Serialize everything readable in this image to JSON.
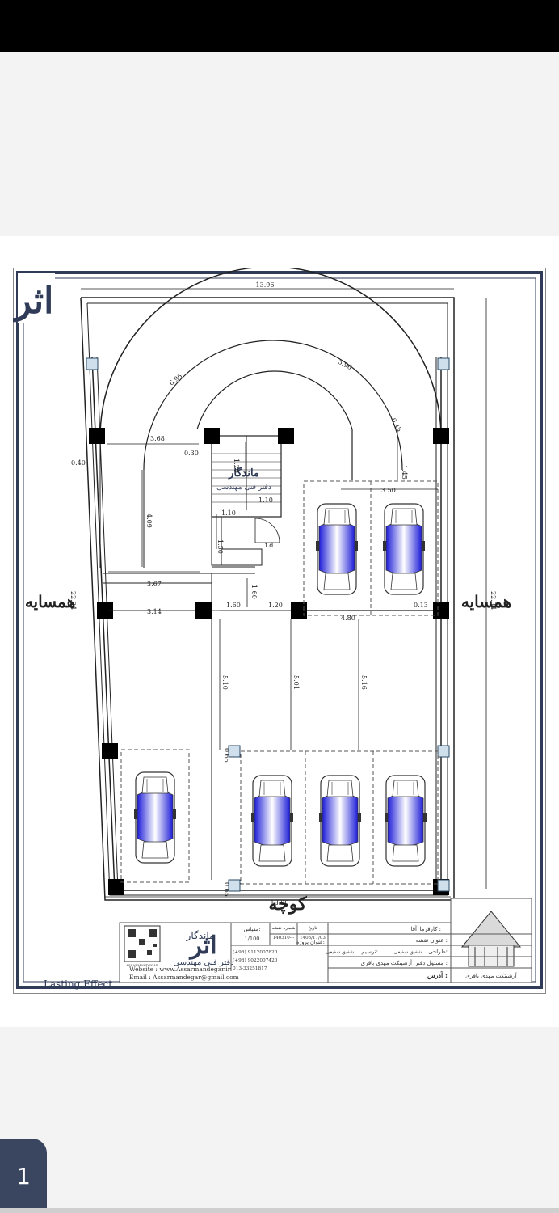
{
  "viewer": {
    "page_indicator": "1"
  },
  "plan": {
    "dimensions": {
      "overall_width_top": "13.96",
      "overall_width_bottom": "13.00",
      "left_height": "22.34",
      "right_height": "22.34",
      "left_offset": "0.40",
      "arc_left": "6.96",
      "arc_right": "5.96",
      "arc_small": "0.45",
      "d_368": "3.68",
      "d_030": "0.30",
      "d_120a": "1.20",
      "d_145": "1.45",
      "d_110a": "1.10",
      "d_110b": "1.10",
      "d_409": "4.09",
      "d_350": "3.50",
      "d_150": "1.50",
      "d_367": "3.67",
      "d_160a": "1.60",
      "d_160b": "1.60",
      "d_120b": "1.20",
      "d_314": "3.14",
      "d_013": "0.13",
      "d_480": "4.80",
      "d_510": "5.10",
      "d_501": "5.01",
      "d_516": "5.16",
      "d_065a": "0.65",
      "d_065b": "0.65",
      "fd": "f.d"
    },
    "labels": {
      "neighbor_left": "همسایه",
      "neighbor_right": "همسایه",
      "street": "کوچه",
      "lasting_effect": "Lasting Effect",
      "stair_logo_1": "ماندگار",
      "stair_logo_2": "دفتر فنی مهندسی"
    }
  },
  "title_block": {
    "client_label": "کارفرما :",
    "client_value": "آقا",
    "map_title_label": "عنوان نقشه :",
    "project_title_label": "عنوان پروژه:",
    "designer_label": "طراحی:",
    "designer_value": "شفیق شفیعی",
    "drafter_label": "ترسیم:",
    "drafter_value": "شفیق شفیعی",
    "office_label": "مسئول دفتر :",
    "office_value": "آرشیتکت مهدی باقری",
    "address_label": "آدرس :",
    "date_label": "تاریخ",
    "date_value": "1403/11/03",
    "sheet_no_label": "شماره نقشه",
    "sheet_no_value": "140310---",
    "scale_label": "مقیاس:",
    "scale_value": "1/100",
    "phone1": "(+98) 9112007820",
    "phone2": "(+98) 9022007420",
    "phone3": "013-33251817",
    "website": "Website : www.Assarmandegar.ir",
    "email": "Email : Assarmandegar@gmail.com",
    "brand_big": "اثر",
    "brand_small": "ماندگار",
    "brand_sub": "دفتر فنی مهندسی",
    "qr_caption": "ASSARMANDEGAR",
    "seal_caption": "آرشیتکت مهدی باقری"
  }
}
